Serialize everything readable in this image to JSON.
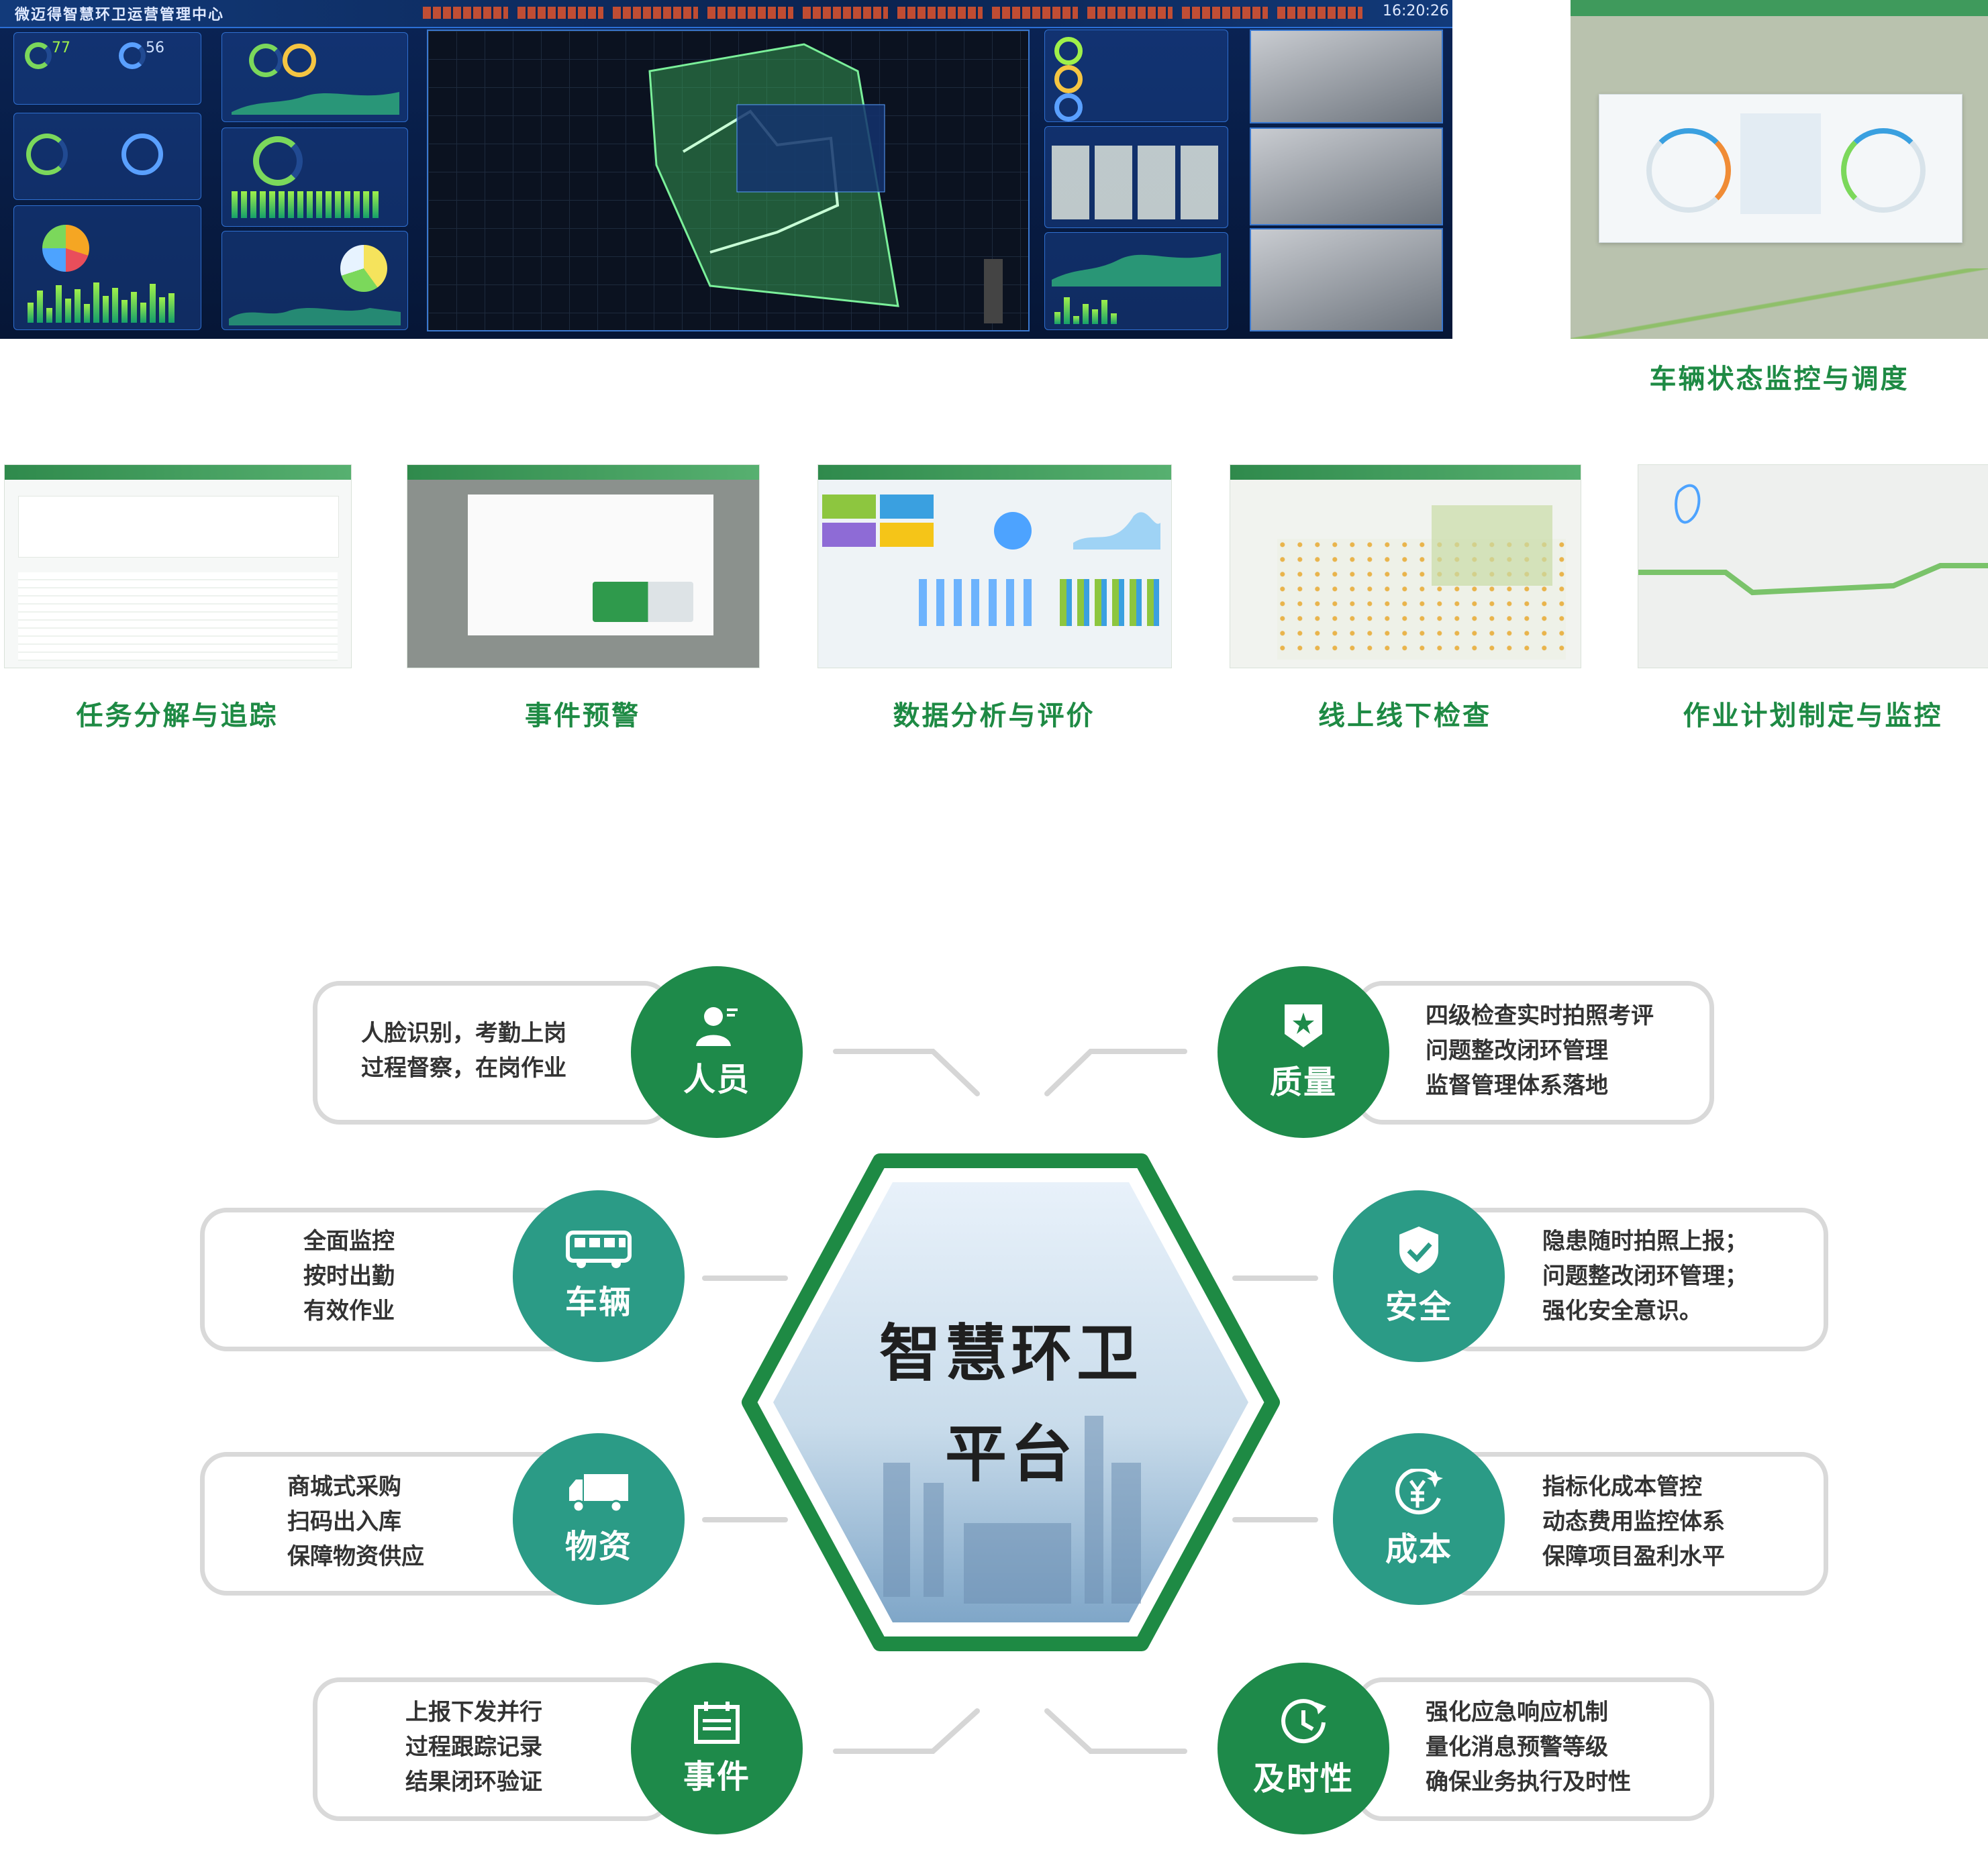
{
  "dashboard": {
    "title": "微迈得智慧环卫运营管理中心",
    "clock": "16:20:26",
    "kpi_a": "77",
    "kpi_b": "56"
  },
  "captions": {
    "vehicle": "车辆状态监控与调度",
    "task": "任务分解与追踪",
    "event": "事件预警",
    "analysis": "数据分析与评价",
    "inspection": "线上线下检查",
    "plan": "作业计划制定与监控"
  },
  "diagram": {
    "hub": {
      "line1": "智慧环卫",
      "line2": "平台"
    },
    "colors": {
      "dark_green": "#1e8a4a",
      "teal": "#2b9b86",
      "hub_ring": "#1e8a44",
      "card_border": "#d9d9d9"
    },
    "nodes": [
      {
        "id": "personnel",
        "label": "人员",
        "icon": "person-icon",
        "text": "人脸识别，考勤上岗\n过程督察，在岗作业"
      },
      {
        "id": "vehicle",
        "label": "车辆",
        "icon": "bus-icon",
        "text": "全面监控\n按时出勤\n有效作业"
      },
      {
        "id": "materials",
        "label": "物资",
        "icon": "truck-icon",
        "text": "商城式采购\n扫码出入库\n保障物资供应"
      },
      {
        "id": "events",
        "label": "事件",
        "icon": "calendar-icon",
        "text": "上报下发并行\n过程跟踪记录\n结果闭环验证"
      },
      {
        "id": "quality",
        "label": "质量",
        "icon": "star-badge-icon",
        "text": "四级检查实时拍照考评\n问题整改闭环管理\n监督管理体系落地"
      },
      {
        "id": "safety",
        "label": "安全",
        "icon": "shield-check-icon",
        "text": "隐患随时拍照上报；\n问题整改闭环管理；\n强化安全意识。"
      },
      {
        "id": "cost",
        "label": "成本",
        "icon": "yuan-icon",
        "text": "指标化成本管控\n动态费用监控体系\n保障项目盈利水平"
      },
      {
        "id": "timeliness",
        "label": "及时性",
        "icon": "clock-icon",
        "text": "强化应急响应机制\n量化消息预警等级\n确保业务执行及时性"
      }
    ]
  }
}
